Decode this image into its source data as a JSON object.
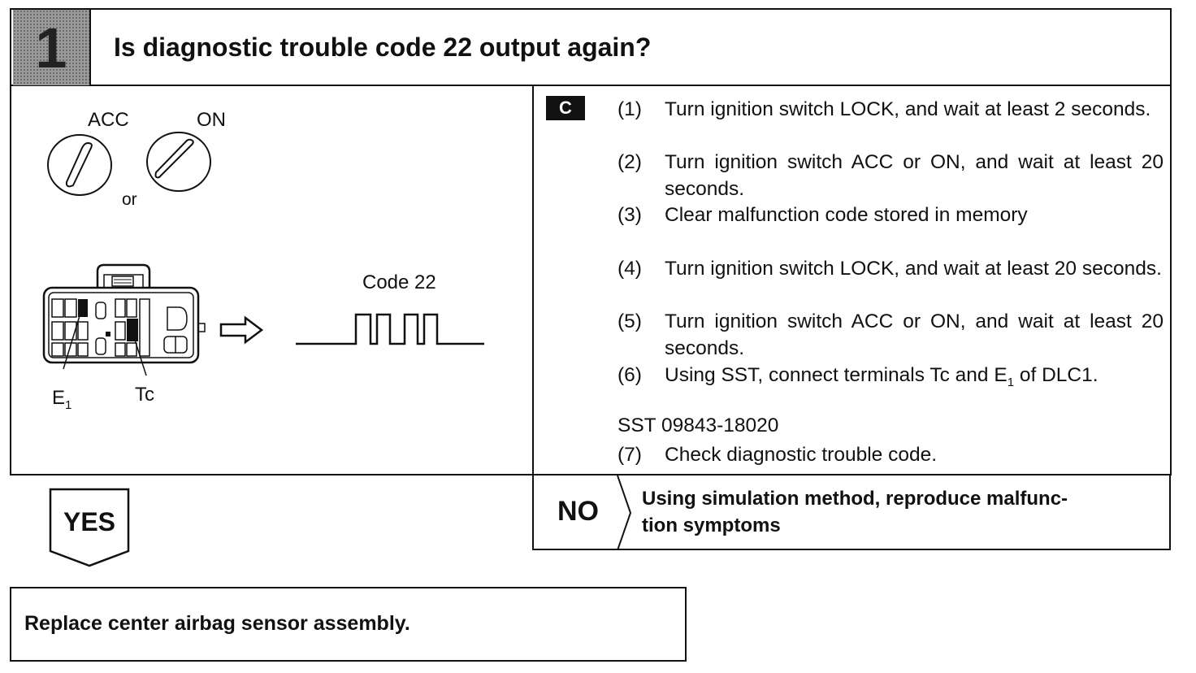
{
  "header": {
    "step_number": "1",
    "question": "Is diagnostic trouble code 22 output again?"
  },
  "figure": {
    "switch_acc_label": "ACC",
    "switch_on_label": "ON",
    "or_label": "or",
    "code_label": "Code 22",
    "terminal_e1_label": "E",
    "terminal_e1_sub": "1",
    "terminal_tc_label": "Tc"
  },
  "procedure": {
    "badge": "C",
    "steps": [
      {
        "num": "(1)",
        "text": "Turn ignition switch LOCK, and wait at least 2 seconds."
      },
      {
        "num": "(2)",
        "text": "Turn ignition switch ACC or ON, and wait at least 20 seconds."
      },
      {
        "num": "(3)",
        "text": "Clear malfunction code stored in memory"
      },
      {
        "num": "(4)",
        "text": "Turn ignition switch LOCK, and wait at least 20 seconds."
      },
      {
        "num": "(5)",
        "text": "Turn ignition switch ACC or ON, and wait at least 20 seconds."
      },
      {
        "num": "(6)",
        "text_before": "Using SST, connect terminals Tc and E",
        "text_sub": "1",
        "text_after": " of DLC1."
      },
      {
        "num": "(7)",
        "text": "Check diagnostic trouble code."
      }
    ],
    "sst_line": "SST 09843-18020"
  },
  "outcomes": {
    "yes_label": "YES",
    "no_label": "NO",
    "no_action": "Using simulation method, reproduce malfunction symptoms",
    "no_action_line1": "Using simulation method, reproduce malfunc-",
    "no_action_line2": "tion symptoms",
    "yes_action": "Replace center airbag sensor assembly."
  }
}
